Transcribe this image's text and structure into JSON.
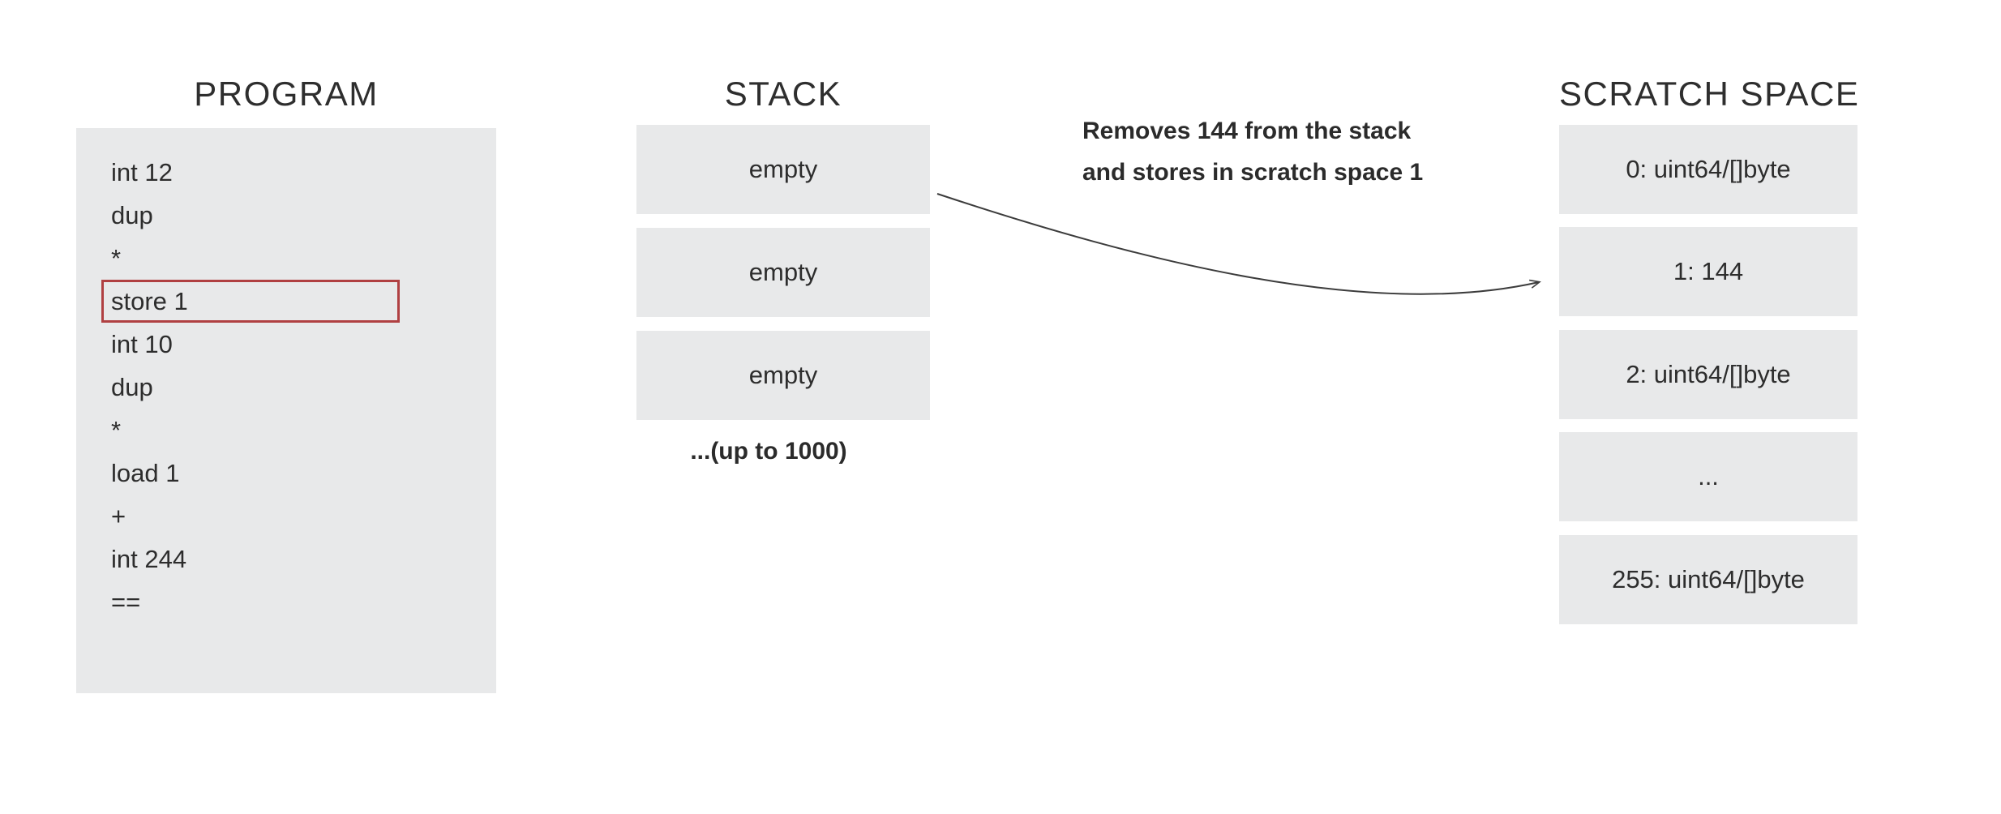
{
  "titles": {
    "program": "PROGRAM",
    "stack": "STACK",
    "scratch": "SCRATCH SPACE"
  },
  "program": {
    "lines": [
      "int 12",
      "dup",
      "*",
      "store 1",
      "int 10",
      "dup",
      "*",
      "load 1",
      "+",
      "int 244",
      "=="
    ],
    "highlighted_line": "store 1",
    "highlight_index": 3
  },
  "stack": {
    "slots": [
      "empty",
      "empty",
      "empty"
    ],
    "caption": "...(up to 1000)"
  },
  "scratch": {
    "slots": [
      "0: uint64/[]byte",
      "1: 144",
      "2: uint64/[]byte",
      "...",
      "255: uint64/[]byte"
    ]
  },
  "annotation": {
    "line1": "Removes 144 from the stack",
    "line2": "and stores in scratch space 1"
  },
  "colors": {
    "background": "#ffffff",
    "box_fill": "#e8e9ea",
    "text": "#2d2d2d",
    "highlight_border": "#b04042",
    "arrow": "#3c3c3c"
  }
}
